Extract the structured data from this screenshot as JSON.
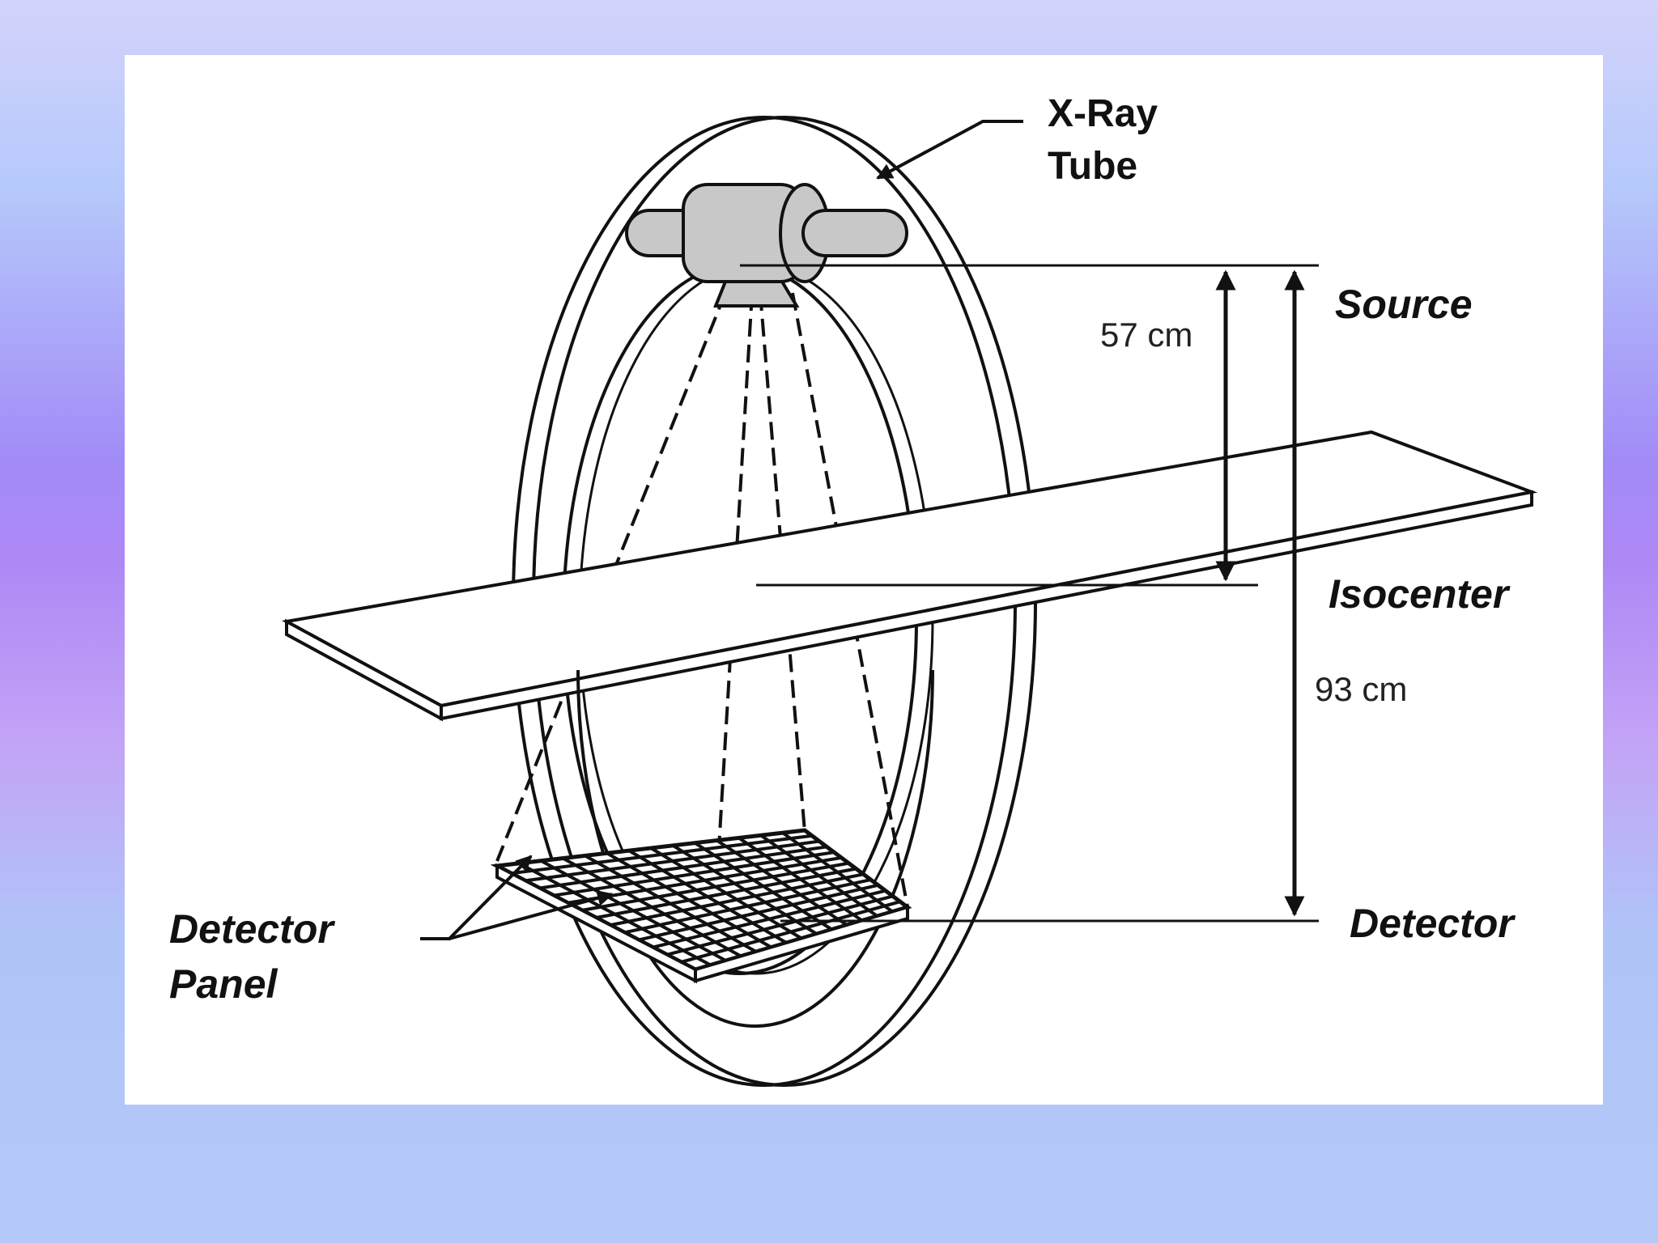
{
  "diagram": {
    "labels": {
      "xray_line1": "X-Ray",
      "xray_line2": "Tube",
      "source": "Source",
      "isocenter": "Isocenter",
      "detector": "Detector",
      "detector_panel_line1": "Detector",
      "detector_panel_line2": "Panel",
      "dist_source_isocenter": "57 cm",
      "dist_source_detector": "93 cm"
    }
  }
}
